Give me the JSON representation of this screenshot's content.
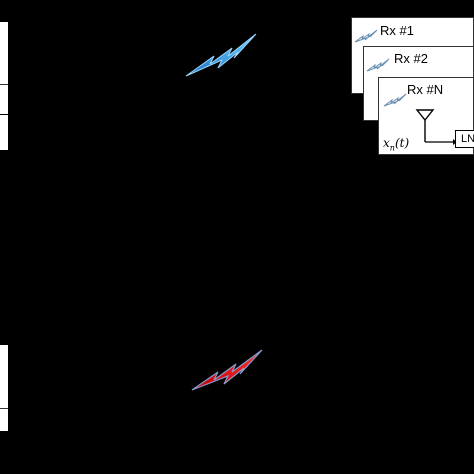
{
  "receivers": [
    {
      "label": "Rx #1"
    },
    {
      "label": "Rx #2"
    },
    {
      "label": "Rx #N"
    }
  ],
  "signal": {
    "label": "x_n(t)",
    "display": "xn(t)"
  },
  "lna": {
    "label": "LN"
  },
  "colors": {
    "background": "#000000",
    "bolt_blue": "#3aa8e0",
    "bolt_red": "#e01818",
    "card": "#ffffff"
  },
  "icons": [
    "lightning-bolt-icon",
    "antenna-icon",
    "mini-bolt-icon"
  ]
}
